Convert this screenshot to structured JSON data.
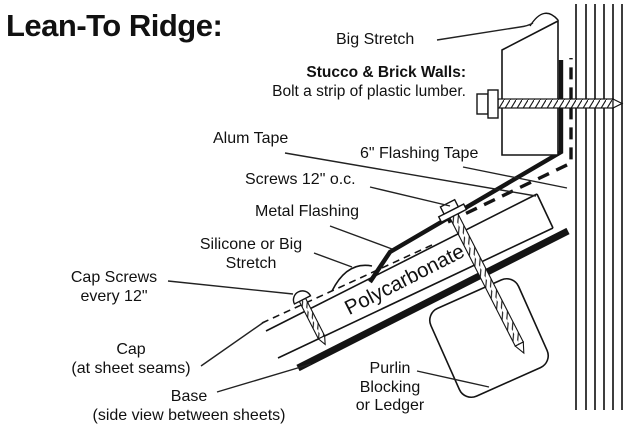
{
  "title": "Lean-To Ridge:",
  "note": {
    "heading": "Stucco & Brick Walls:",
    "body": "Bolt a strip of plastic lumber."
  },
  "labels": {
    "big_stretch": "Big Stretch",
    "alum_tape": "Alum Tape",
    "flashing_tape": "6\" Flashing Tape",
    "screws_oc": "Screws 12\" o.c.",
    "metal_flashing": "Metal Flashing",
    "silicone_line1": "Silicone or Big",
    "silicone_line2": "Stretch",
    "cap_screws_line1": "Cap Screws",
    "cap_screws_line2": "every 12\"",
    "polycarbonate": "Polycarbonate",
    "cap_line1": "Cap",
    "cap_line2": "(at sheet seams)",
    "base_line1": "Base",
    "base_line2": "(side view between sheets)",
    "purlin_line1": "Purlin",
    "purlin_line2": "Blocking",
    "purlin_line3": "or Ledger"
  },
  "colors": {
    "ink": "#141414",
    "leader": "#222222",
    "wall": "#3d3d3d",
    "background": "#ffffff"
  }
}
